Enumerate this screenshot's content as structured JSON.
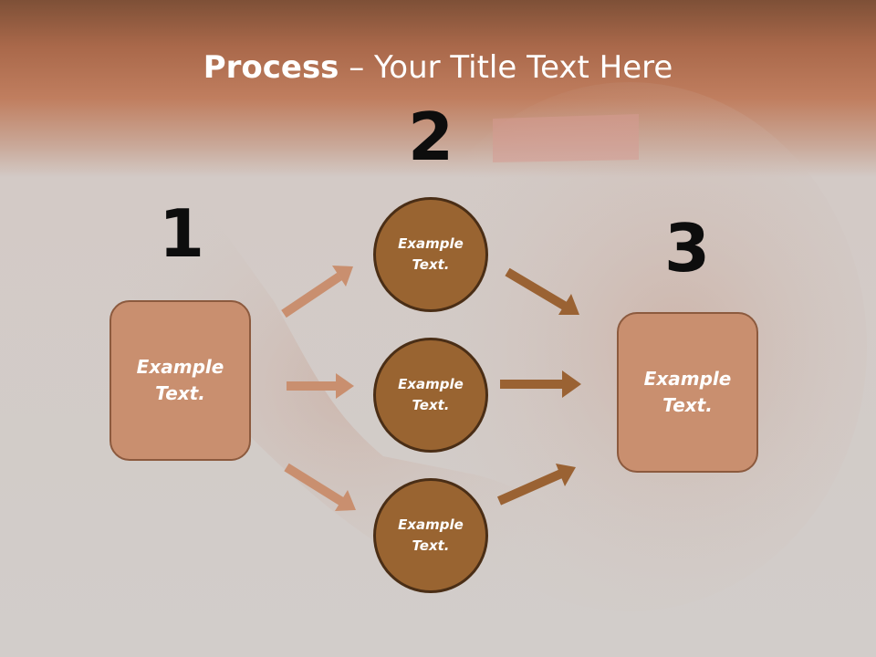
{
  "slide": {
    "title_bold": "Process",
    "title_rest": " – Your Title Text Here"
  },
  "numbers": {
    "one": "1",
    "two": "2",
    "three": "3"
  },
  "left_box": {
    "text": "Example\nText."
  },
  "circles": [
    {
      "text": "Example\nText."
    },
    {
      "text": "Example\nText."
    },
    {
      "text": "Example\nText."
    }
  ],
  "right_box": {
    "text": "Example\nText."
  },
  "colors": {
    "box_fill": "#c98f6f",
    "circle_fill": "#996431",
    "arrow_light": "#c98f6f",
    "arrow_dark": "#9a6233"
  }
}
